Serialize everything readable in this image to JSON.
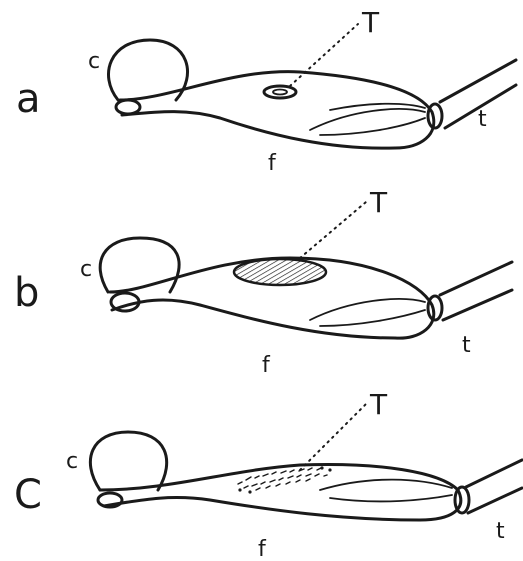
{
  "panels": [
    {
      "row_label": "a",
      "c_label": "c",
      "t_label": "t",
      "f_label": "f",
      "T_label": "T"
    },
    {
      "row_label": "b",
      "c_label": "c",
      "t_label": "t",
      "f_label": "f",
      "T_label": "T"
    },
    {
      "row_label": "C",
      "c_label": "c",
      "t_label": "t",
      "f_label": "f",
      "T_label": "T"
    }
  ]
}
